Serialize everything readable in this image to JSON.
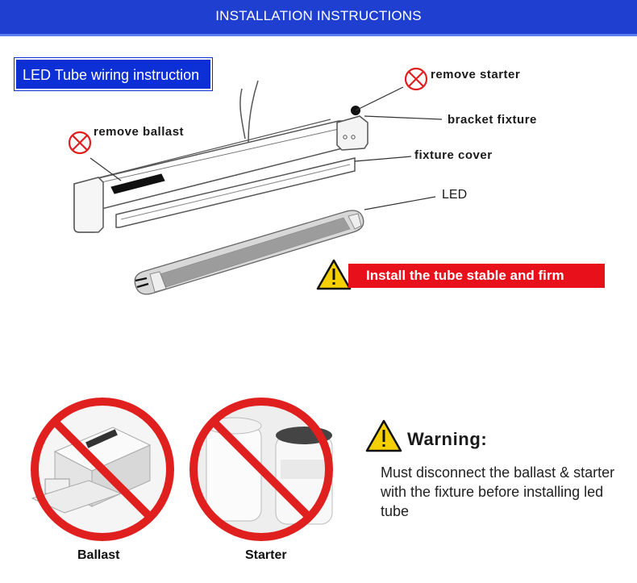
{
  "header": {
    "title": "INSTALLATION INSTRUCTIONS"
  },
  "diagram": {
    "section_label": "LED Tube wiring instruction",
    "callouts": {
      "remove_starter": "remove starter",
      "bracket_fixture": "bracket fixture",
      "remove_ballast": "remove ballast",
      "fixture_cover": "fixture cover",
      "led": "LED"
    },
    "install_banner": "Install the tube stable and firm"
  },
  "warning": {
    "title": "Warning:",
    "text": "Must disconnect the ballast & starter with the fixture before installing led tube"
  },
  "photos": [
    {
      "caption": "Ballast"
    },
    {
      "caption": "Starter"
    }
  ],
  "colors": {
    "header_blue": "#1f3fd1",
    "label_blue": "#0d2fd6",
    "banner_red": "#e8101a",
    "prohibit_red": "#e0201f",
    "warning_yellow": "#f5d000"
  }
}
